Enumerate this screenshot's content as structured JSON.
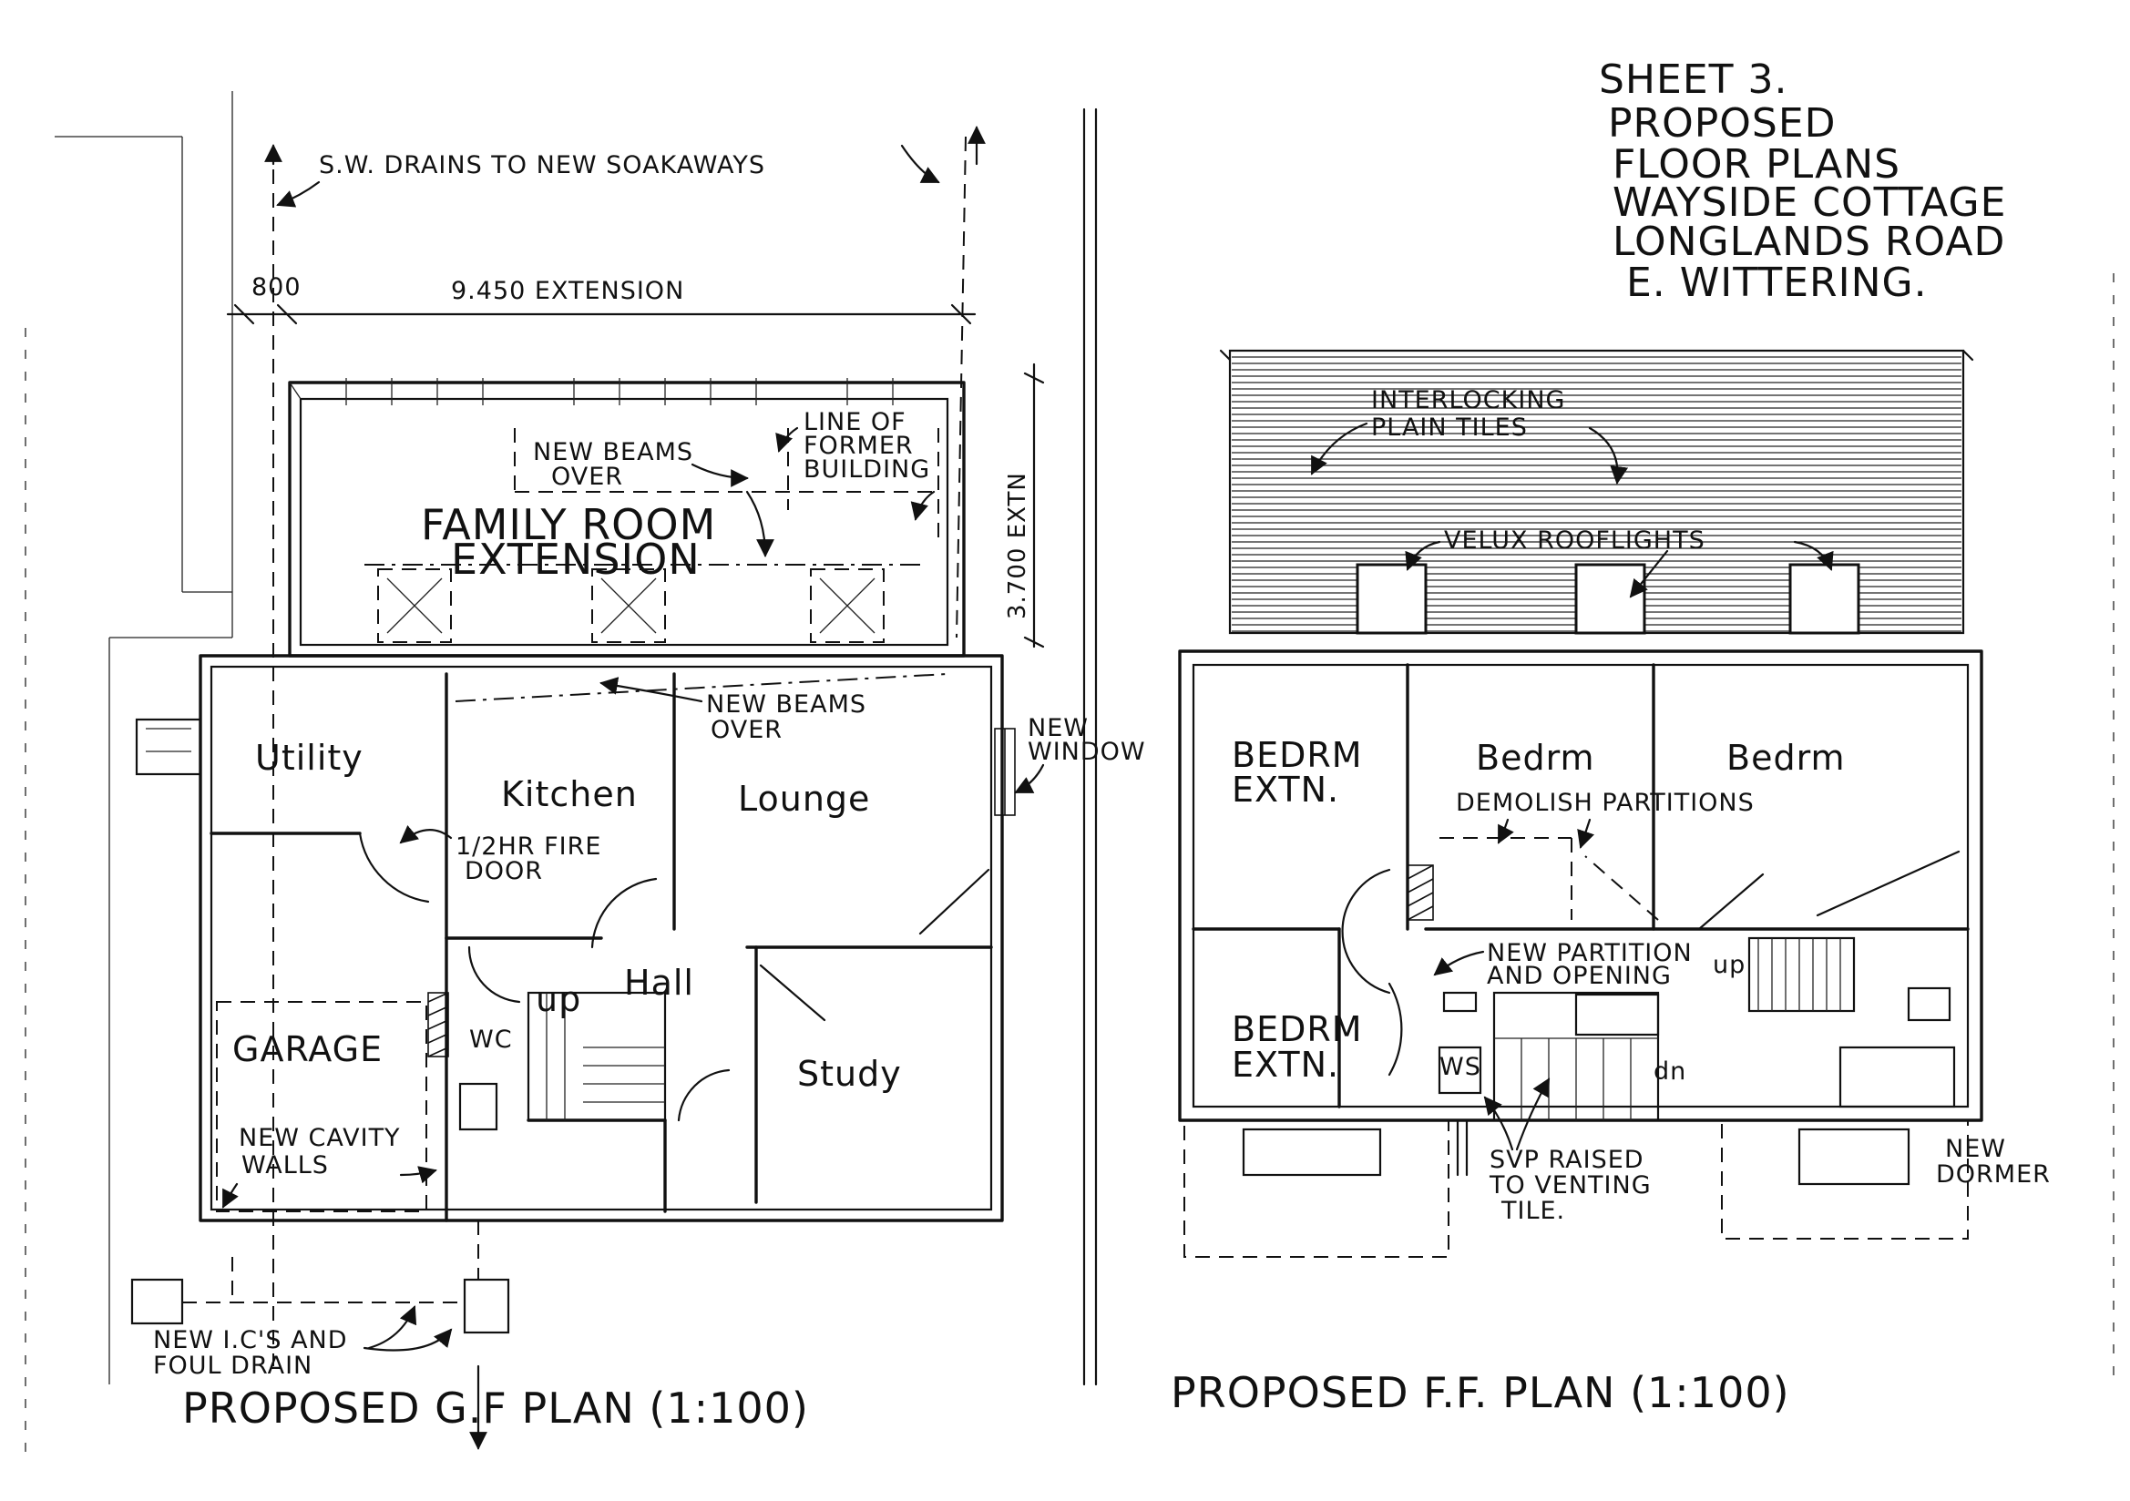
{
  "sheet_title": [
    "SHEET 3.",
    "PROPOSED",
    "FLOOR PLANS",
    "WAYSIDE COTTAGE",
    "LONGLANDS ROAD",
    "E. WITTERING."
  ],
  "ground_floor": {
    "plan_title": "PROPOSED  G.F PLAN  (1:100)",
    "annotations": {
      "drains": "S.W. DRAINS TO NEW SOAKAWAYS",
      "dim_800": "800",
      "dim_extension": "9.450 EXTENSION",
      "dim_extn_vertical": "3.700 EXTN",
      "new_beams_over_1": [
        "NEW BEAMS",
        "OVER"
      ],
      "line_of_former_building": [
        "LINE OF",
        "FORMER",
        "BUILDING"
      ],
      "family_room_extension": [
        "FAMILY ROOM",
        "EXTENSION"
      ],
      "new_beams_over_2": [
        "NEW BEAMS",
        "OVER"
      ],
      "new_window": [
        "NEW",
        "WINDOW"
      ],
      "fire_door": [
        "1/2HR FIRE",
        "DOOR"
      ],
      "new_cavity_walls": [
        "NEW CAVITY",
        "WALLS"
      ],
      "new_ics_foul_drain": [
        "NEW I.C'S AND",
        "FOUL DRAIN"
      ],
      "stair_up": "up"
    },
    "rooms": {
      "utility": "Utility",
      "kitchen": "Kitchen",
      "lounge": "Lounge",
      "hall": "Hall",
      "study": "Study",
      "garage": "GARAGE",
      "wc": "WC"
    }
  },
  "first_floor": {
    "plan_title": "PROPOSED  F.F. PLAN  (1:100)",
    "annotations": {
      "roof_tiles": [
        "INTERLOCKING",
        "PLAIN TILES"
      ],
      "velux": "VELUX ROOFLIGHTS",
      "demolish": "DEMOLISH PARTITIONS",
      "new_partition": [
        "NEW PARTITION",
        "AND OPENING"
      ],
      "svp": [
        "SVP RAISED",
        "TO VENTING",
        "TILE."
      ],
      "new_dormer": [
        "NEW",
        "DORMER"
      ],
      "stair_up": "up",
      "stair_dn": "dn"
    },
    "rooms": {
      "bedrm_extn_1": [
        "BEDRM",
        "EXTN."
      ],
      "bedrm_1": "Bedrm",
      "bedrm_2": "Bedrm",
      "bedrm_extn_2": [
        "BEDRM",
        "EXTN."
      ],
      "ws": "WS"
    }
  }
}
